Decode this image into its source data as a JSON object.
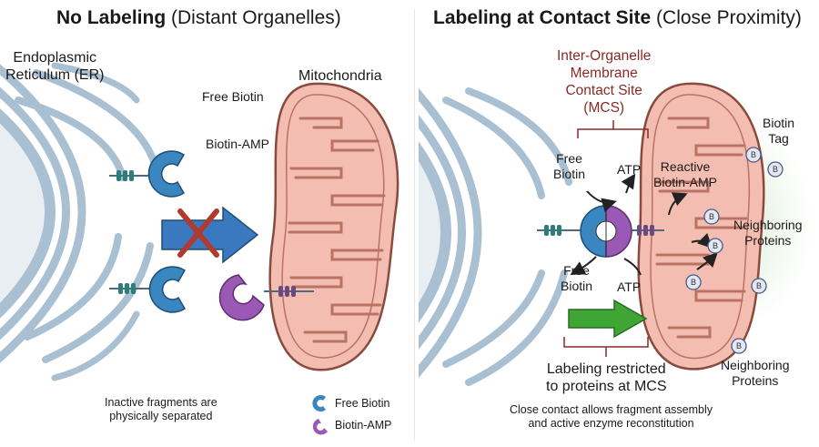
{
  "left": {
    "title_bold": "No Labeling",
    "title_rest": "(Distant Organelles)",
    "er_label": "Endoplasmic\nReticulum (ER)",
    "mito_label": "Mitochondria",
    "free_biotin": "Free Biotin",
    "biotin_amp": "Biotin-AMP",
    "caption": "Inactive fragments are\nphysically separated",
    "legend": [
      {
        "label": "Free Biotin",
        "color": "#3a86c0"
      },
      {
        "label": "Biotin-AMP",
        "color": "#9b59b6"
      }
    ]
  },
  "right": {
    "title_bold": "Labeling at Contact Site",
    "title_rest": "(Close Proximity)",
    "mcs_label": "Inter-Organelle\nMembrane\nContact Site\n(MCS)",
    "free_biotin_top": "Free\nBiotin",
    "atp_top": "ATP",
    "reactive": "Reactive\nBiotin-AMP",
    "biotin_tag": "Biotin\nTag",
    "neighboring_1": "Neighboring\nProteins",
    "neighboring_2": "Neighboring\nProteins",
    "free_biotin_bottom": "Free\nBiotin",
    "atp_bottom": "ATP",
    "restricted": "Labeling restricted\nto proteins at MCS",
    "caption": "Close contact allows fragment assembly\nand active enzyme reconstitution",
    "tag_letter": "B"
  },
  "colors": {
    "er": "#a9bfd2",
    "mito_fill": "#f4bdb1",
    "mito_edge": "#8a4a3e",
    "blue": "#3a86c0",
    "purple": "#9b59b6",
    "green": "#3fa535",
    "red": "#b03a2e",
    "bracket": "#8a2a25"
  }
}
